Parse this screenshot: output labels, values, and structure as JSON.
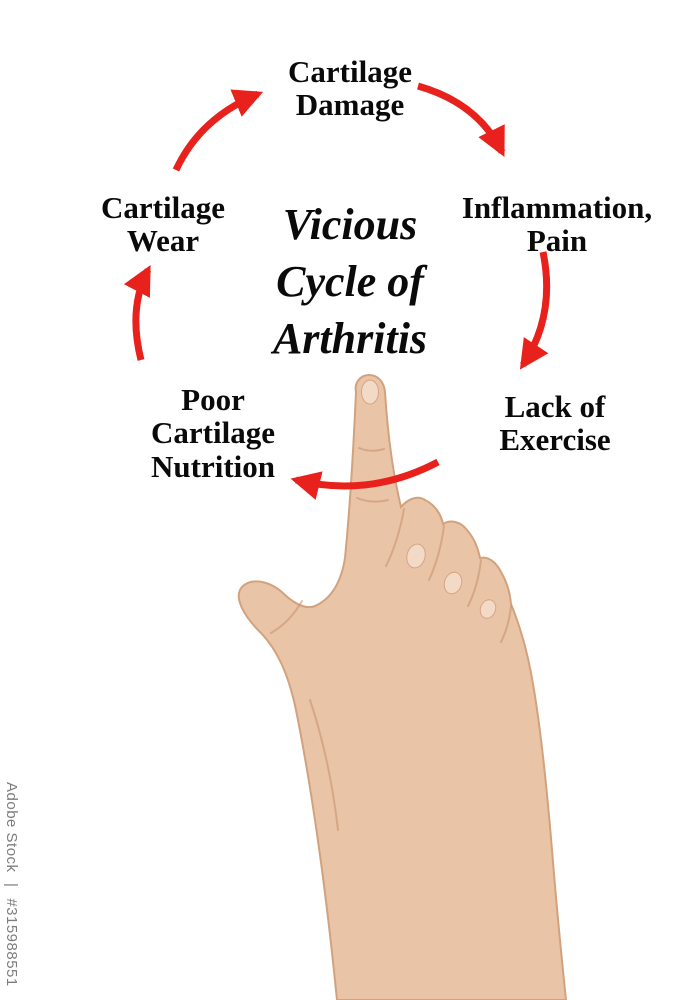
{
  "colors": {
    "arrow": "#e8211d",
    "label-text": "#0a0a0a",
    "skin": "#eac4a6",
    "skin-shadow": "#d2a27f",
    "skin-crease": "#c2906e",
    "nail": "#f3ddca",
    "watermark": "#7d7d7d"
  },
  "watermark": {
    "brand": "Adobe Stock",
    "separator": "|",
    "id": "#315988551"
  },
  "diagram": {
    "title": "Vicious Cycle of Arthritis",
    "title_lines": [
      "Vicious",
      "Cycle of",
      "Arthritis"
    ],
    "direction": "clockwise",
    "cycle_order": [
      "Cartilage Damage",
      "Inflammation, Pain",
      "Lack of Exercise",
      "Poor Cartilage Nutrition",
      "Cartilage Wear"
    ],
    "nodes": [
      {
        "id": "cartilage-damage",
        "label": "Cartilage Damage",
        "lines": [
          "Cartilage",
          "Damage"
        ],
        "position": "top"
      },
      {
        "id": "inflammation-pain",
        "label": "Inflammation, Pain",
        "lines": [
          "Inflammation,",
          "Pain"
        ],
        "position": "upper-right"
      },
      {
        "id": "lack-of-exercise",
        "label": "Lack of Exercise",
        "lines": [
          "Lack of",
          "Exercise"
        ],
        "position": "lower-right"
      },
      {
        "id": "poor-cartilage-nutrition",
        "label": "Poor Cartilage Nutrition",
        "lines": [
          "Poor",
          "Cartilage",
          "Nutrition"
        ],
        "position": "lower-left"
      },
      {
        "id": "cartilage-wear",
        "label": "Cartilage Wear",
        "lines": [
          "Cartilage",
          "Wear"
        ],
        "position": "upper-left"
      }
    ]
  }
}
